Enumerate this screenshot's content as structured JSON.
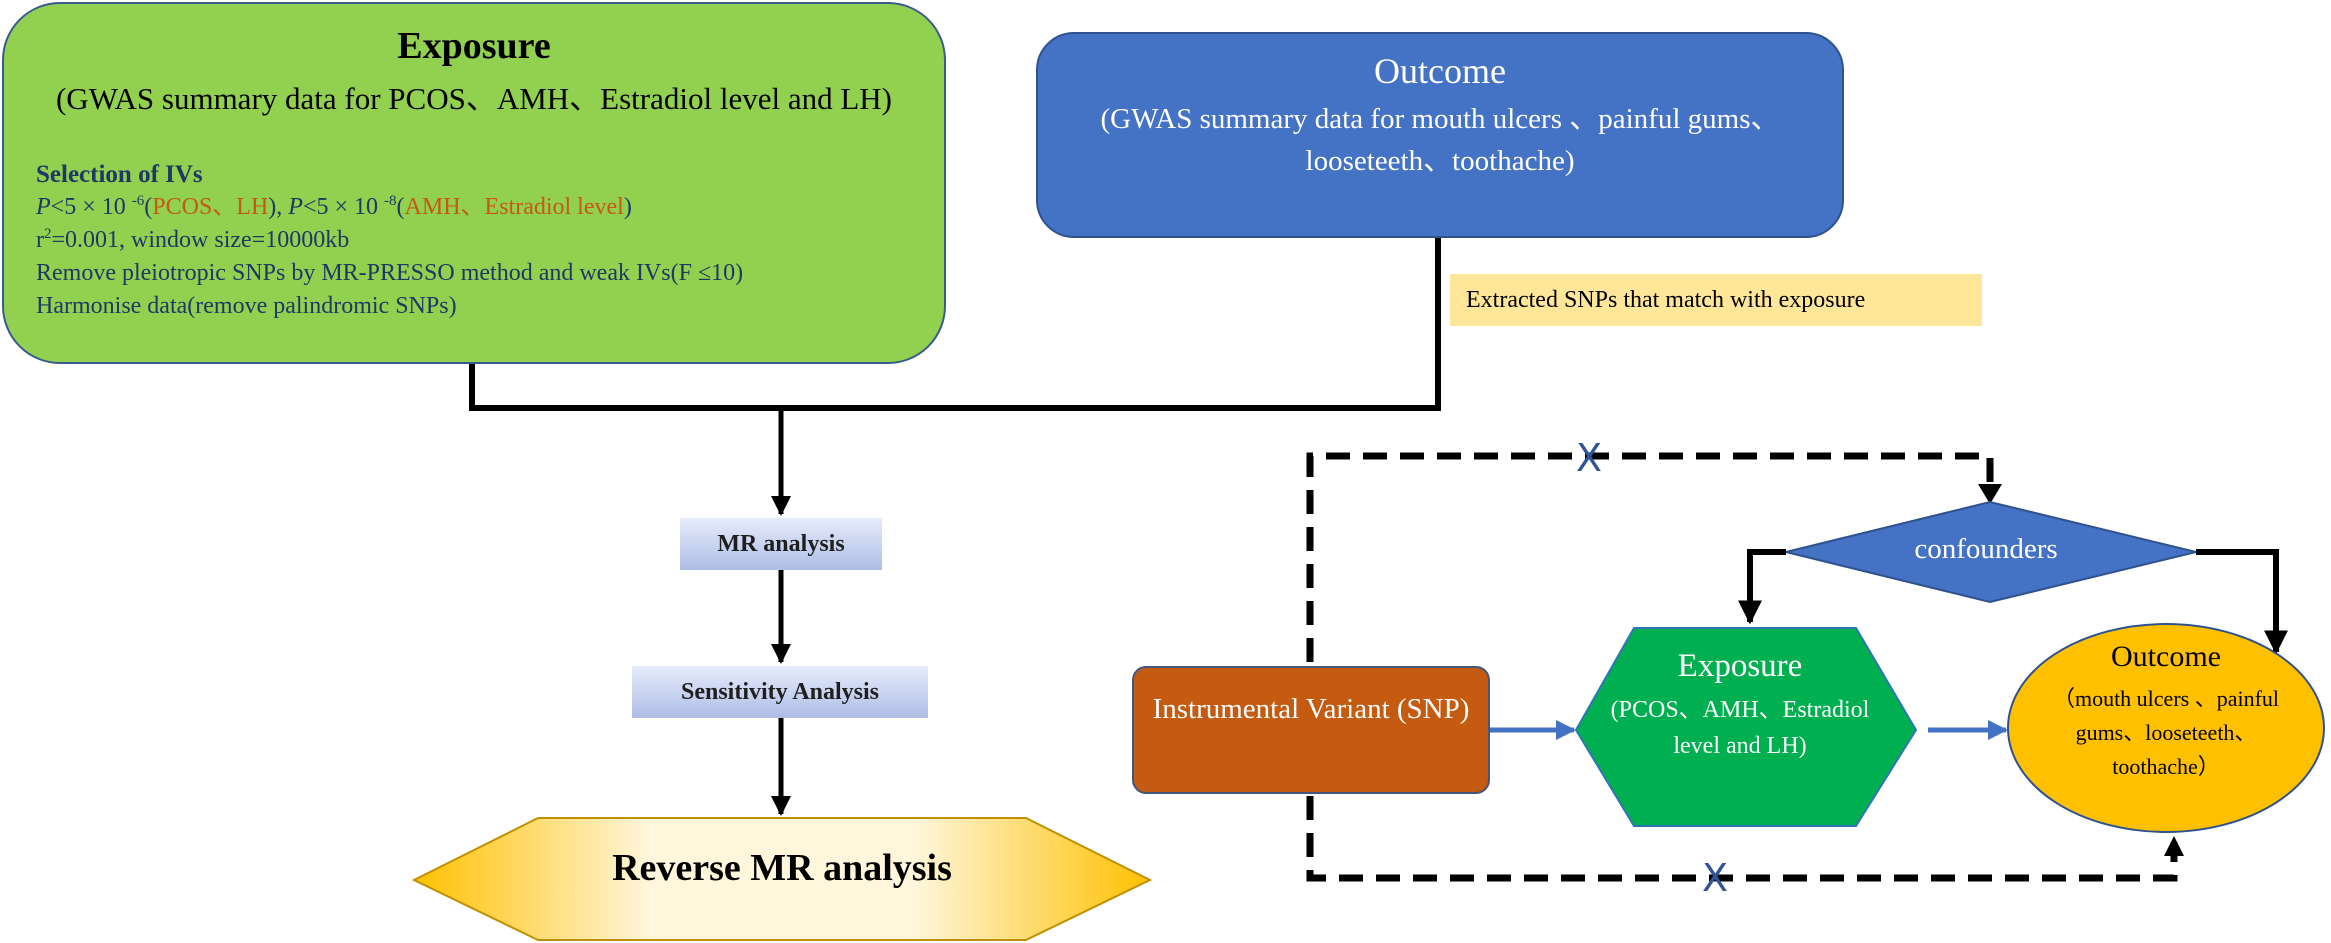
{
  "exposure_box": {
    "title": "Exposure",
    "subtitle": "(GWAS summary data for PCOS、AMH、Estradiol level and LH)",
    "iv_heading": "Selection of IVs",
    "line1": {
      "p1": "P",
      "t1": "<5 × 10 ",
      "e1": "-6",
      "paren_open": "(",
      "g1": "PCOS、LH",
      "t2": "), ",
      "p2": "P",
      "t3": "<5 × 10 ",
      "e2": "-8",
      "t4": "(",
      "g2": "AMH、Estradiol level",
      "t5": ")"
    },
    "line2": {
      "r": "r",
      "r_exp": "2",
      "rest": "=0.001, window size=10000kb"
    },
    "line3": "Remove pleiotropic SNPs by MR-PRESSO method and weak IVs(F ≤10)",
    "line4": "Harmonise data(remove palindromic SNPs)"
  },
  "outcome_box": {
    "title": "Outcome",
    "subtitle": "(GWAS summary data for mouth ulcers 、painful gums、 looseteeth、toothache)"
  },
  "extract_label": "Extracted SNPs that match with exposure",
  "pipeline": {
    "mr_label": "MR analysis",
    "sensitivity_label": "Sensitivity Analysis",
    "reverse_label": "Reverse MR analysis"
  },
  "causal_diagram": {
    "iv_label": "Instrumental Variant (SNP)",
    "confounders_label": "confounders",
    "exposure_title": "Exposure",
    "exposure_sub": "(PCOS、AMH、Estradiol level and LH)",
    "outcome_title": "Outcome",
    "outcome_sub": "（mouth ulcers 、painful gums、looseteeth、toothache）",
    "blocked_mark": "X"
  },
  "colors": {
    "exposure_green": "#92d050",
    "outcome_blue": "#4472c4",
    "iv_orange": "#c55a11",
    "hex_green": "#00b050",
    "outcome_yellow": "#ffc000",
    "extract_yellow": "#ffe699",
    "highlight_orange": "#c55a11",
    "arrow_blue": "#4472c4"
  }
}
